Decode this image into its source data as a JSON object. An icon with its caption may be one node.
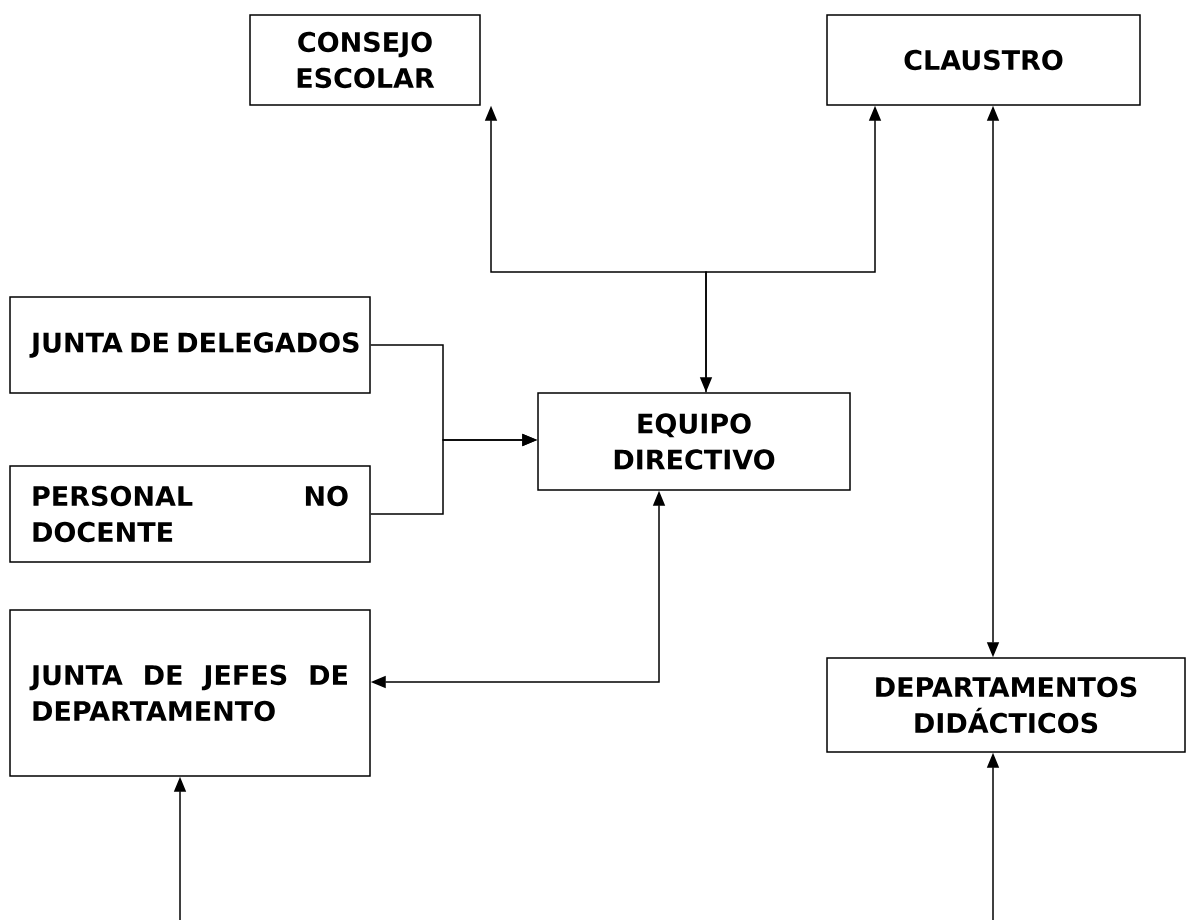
{
  "diagram": {
    "nodes": [
      {
        "text": [
          "CONSEJO ESCOLAR"
        ]
      },
      {
        "text": [
          "CLAUSTRO"
        ]
      },
      {
        "text": [
          "JUNTA DE DELEGADOS"
        ]
      },
      {
        "text": [
          "EQUIPO DIRECTIVO"
        ]
      },
      {
        "text": [
          "PERSONAL NO DOCENTE"
        ]
      },
      {
        "text": [
          "JUNTA DE JEFES DE DEPARTAMENTO"
        ]
      },
      {
        "text": [
          "DEPARTAMENTOS DIDÁCTICOS"
        ]
      }
    ],
    "edges": [
      {
        "from": 0,
        "to": 3,
        "arrow": "both"
      },
      {
        "from": 3,
        "to": 1,
        "arrow": "to"
      },
      {
        "from": 2,
        "to": 3,
        "arrow": "to"
      },
      {
        "from": 4,
        "to": 3,
        "arrow": "to"
      },
      {
        "from": 3,
        "to": 5,
        "arrow": "both"
      },
      {
        "from": 1,
        "to": 6,
        "arrow": "both"
      },
      {
        "from": null,
        "to": 5,
        "arrow": "to"
      },
      {
        "from": null,
        "to": 6,
        "arrow": "to"
      }
    ]
  }
}
